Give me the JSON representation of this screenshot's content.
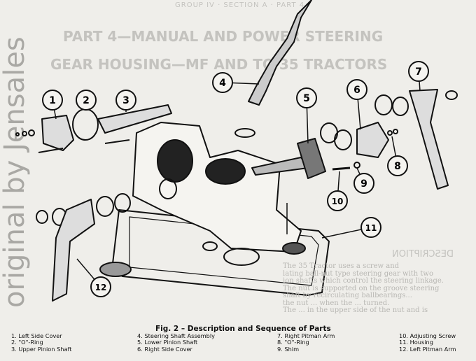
{
  "show_through": {
    "header": "GROUP IV · SECTION A · PART 4",
    "title_line1": "PART 4—MANUAL AND POWER STEERING",
    "title_line2": "GEAR HOUSING—MF AND TO 35 TRACTORS",
    "description_heading": "DESCRIPTION",
    "description_lines": [
      "The 35 Tractor uses a screw and",
      "lating ball-nut type steering gear with two",
      "ion shafts which control the steering linkage.",
      "The nut is supported on the groove steering",
      "shaft by recirculating ballbearings...",
      "the nut ... when the ... turned.",
      "The ... in the upper side of the nut and is"
    ]
  },
  "watermark": "original by Jensales",
  "figure": {
    "caption": "Fig. 2 – Description and Sequence of Parts",
    "callouts": [
      "1",
      "2",
      "3",
      "4",
      "5",
      "6",
      "7",
      "8",
      "9",
      "10",
      "11",
      "12"
    ],
    "legend": [
      [
        "1. Left Side Cover",
        "2. \"O\"-Ring",
        "3. Upper Pinion Shaft"
      ],
      [
        "4. Steering Shaft Assembly",
        "5. Lower Pinion Shaft",
        "6. Right Side Cover"
      ],
      [
        "7. Right Pitman Arm",
        "8. \"O\"-Ring",
        "9. Shim"
      ],
      [
        "10. Adjusting Screw",
        "11. Housing",
        "12. Left Pitman Arm"
      ]
    ]
  }
}
